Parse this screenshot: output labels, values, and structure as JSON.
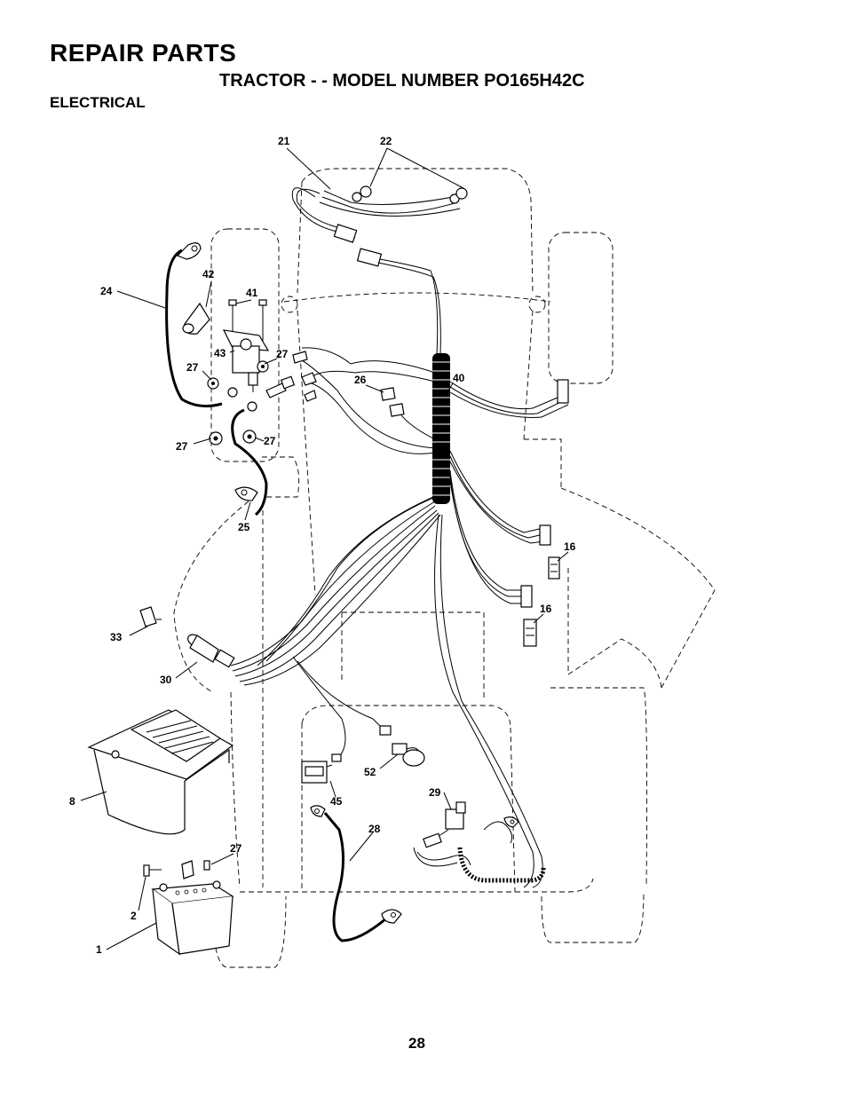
{
  "header": {
    "title": "REPAIR PARTS",
    "subtitle": "TRACTOR - - MODEL NUMBER PO165H42C",
    "section": "ELECTRICAL"
  },
  "footer": {
    "page_number": "28"
  },
  "callouts": {
    "c21": "21",
    "c22": "22",
    "c24": "24",
    "c42": "42",
    "c41": "41",
    "c43": "43",
    "c27a": "27",
    "c27b": "27",
    "c27c": "27",
    "c27d": "27",
    "c27e": "27",
    "c26": "26",
    "c40": "40",
    "c25": "25",
    "c16a": "16",
    "c16b": "16",
    "c33": "33",
    "c30": "30",
    "c8": "8",
    "c52": "52",
    "c45": "45",
    "c29": "29",
    "c28": "28",
    "c2": "2",
    "c1": "1"
  }
}
